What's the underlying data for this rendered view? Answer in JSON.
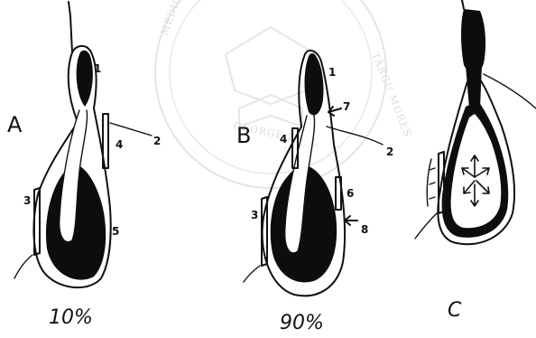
{
  "watermark": {
    "text_left": "MEDICINĂ, FARMACIE, ȘTIINȚE",
    "text_bottom": "GEORGE EMIL",
    "text_right": "TÂRGU MUREȘ"
  },
  "panels": [
    {
      "letter": "A",
      "caption": "10%",
      "labels": [
        "1",
        "2",
        "3",
        "4",
        "5"
      ]
    },
    {
      "letter": "B",
      "caption": "90%",
      "labels": [
        "1",
        "2",
        "3",
        "4",
        "6",
        "7",
        "8"
      ]
    },
    {
      "letter": "",
      "caption": "C",
      "labels": []
    }
  ],
  "colors": {
    "ink": "#0d0d0d",
    "watermark": "#d8d8d8",
    "background": "#ffffff"
  }
}
